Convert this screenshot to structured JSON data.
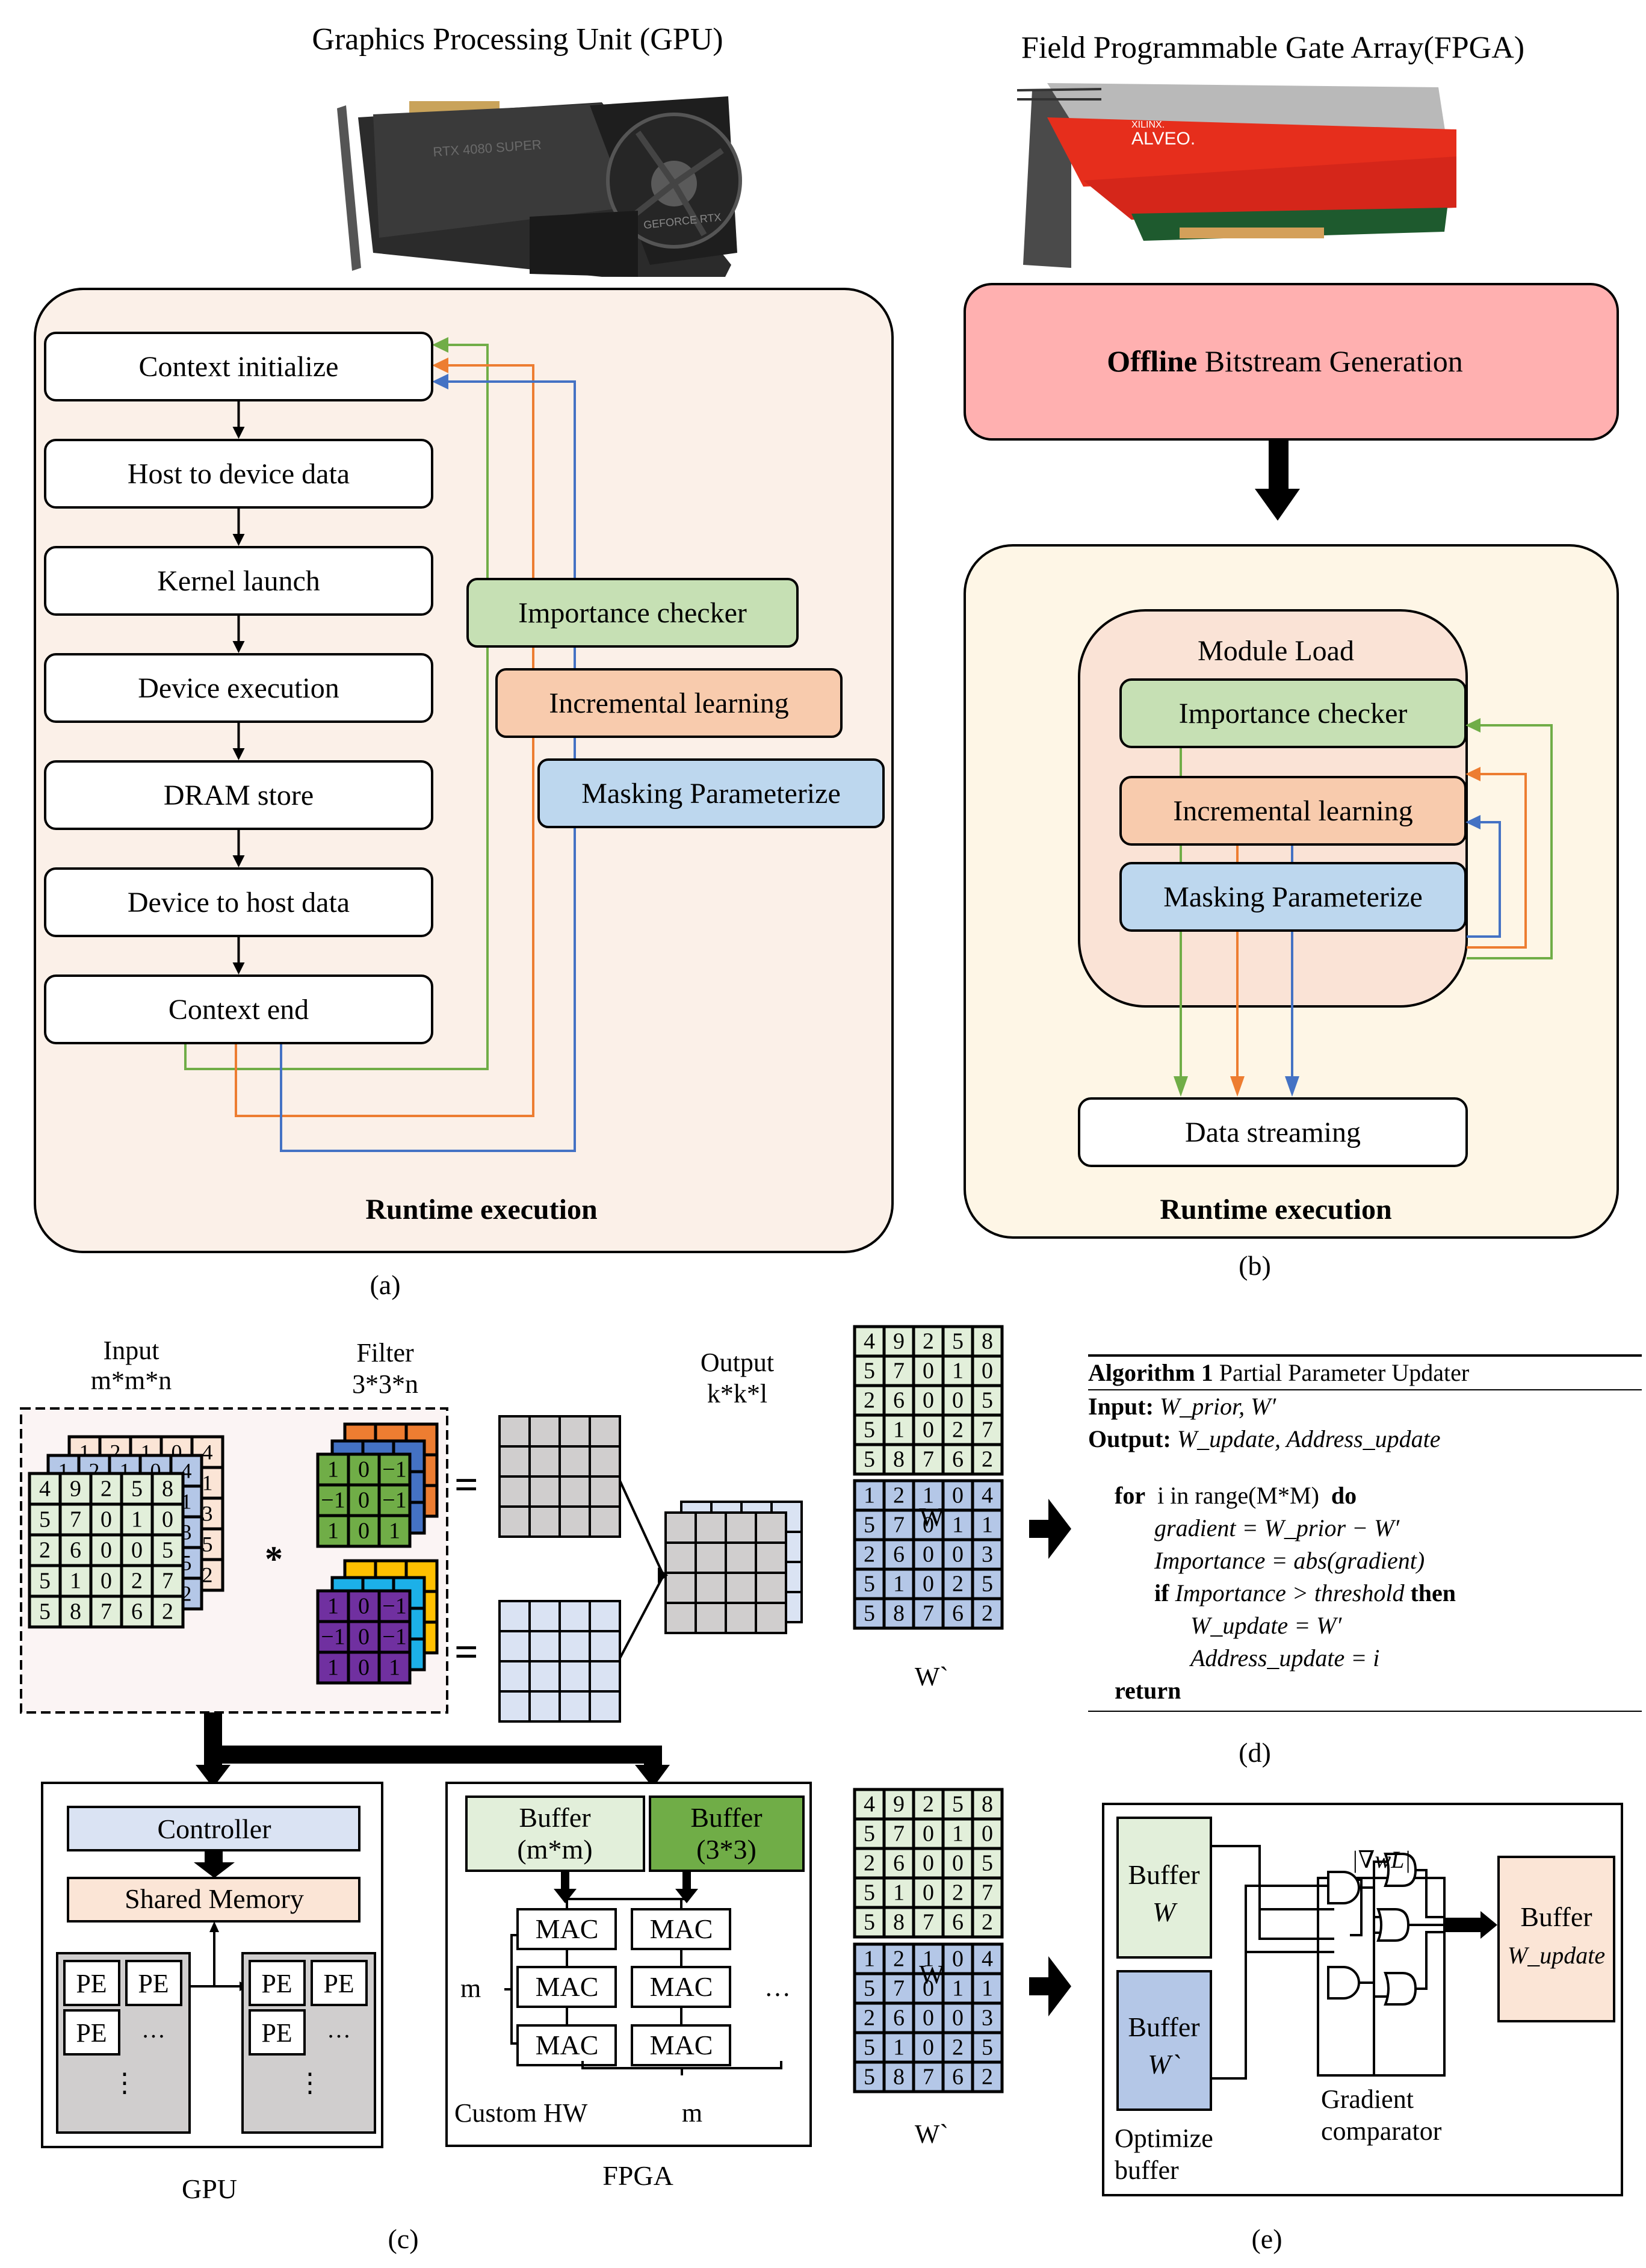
{
  "figure": {
    "captions": {
      "a": "(a)",
      "b": "(b)",
      "c": "(c)",
      "d": "(d)",
      "e": "(e)"
    }
  },
  "panel_a": {
    "title": "Graphics Processing Unit (GPU)",
    "image_label": "RTX 4080 SUPER",
    "image_label2": "GEFORCE RTX",
    "steps": [
      "Context initialize",
      "Host to device data",
      "Kernel launch",
      "Device execution",
      "DRAM store",
      "Device to host data",
      "Context end"
    ],
    "modules": [
      {
        "label": "Importance checker",
        "fill": "#c6e0b4",
        "line": "#70ad47"
      },
      {
        "label": "Incremental  learning",
        "fill": "#f8cbad",
        "line": "#ed7d31"
      },
      {
        "label": "Masking Parameterize",
        "fill": "#bdd7ee",
        "line": "#4472c4"
      }
    ],
    "footer": "Runtime execution",
    "bg": "#fbf0e8"
  },
  "panel_b": {
    "title": "Field Programmable Gate Array(FPGA)",
    "image_label": "ALVEO.",
    "image_brand": "XILINX.",
    "offline_bold": "Offline",
    "offline_rest": " Bitstream Generation",
    "module_load": "Module Load",
    "modules": [
      {
        "label": "Importance checker",
        "fill": "#c6e0b4",
        "line": "#70ad47"
      },
      {
        "label": "Incremental  learning",
        "fill": "#f8cbad",
        "line": "#ed7d31"
      },
      {
        "label": "Masking Parameterize",
        "fill": "#bdd7ee",
        "line": "#4472c4"
      }
    ],
    "data_streaming": "Data streaming",
    "footer": "Runtime execution",
    "offline_fill": "#ffb0b0",
    "runtime_fill": "#fef6e6",
    "module_fill": "#fae3d6"
  },
  "panel_c": {
    "input_label": [
      "Input",
      "m*m*n"
    ],
    "filter_label": [
      "Filter",
      "3*3*n"
    ],
    "output_label": [
      "Output",
      "k*k*l"
    ],
    "conv_symbol": "*",
    "equals": "=",
    "input_front": [
      [
        4,
        9,
        2,
        5,
        8
      ],
      [
        5,
        7,
        0,
        1,
        0
      ],
      [
        2,
        6,
        0,
        0,
        5
      ],
      [
        5,
        1,
        0,
        2,
        7
      ],
      [
        5,
        8,
        7,
        6,
        2
      ]
    ],
    "input_back_visible_col": [
      "4",
      "1",
      "3",
      "5",
      "2"
    ],
    "input_back_visible_row": [
      "1",
      "2",
      "1",
      "0",
      "4"
    ],
    "filter_values": [
      [
        "1",
        "0",
        "−1"
      ],
      [
        "−1",
        "0",
        "−1"
      ],
      [
        "1",
        "0",
        "1"
      ]
    ],
    "filter1_colors": [
      "#70ad47",
      "#4472c4",
      "#ed7d31"
    ],
    "filter2_colors": [
      "#7030a0",
      "#1cb0e8",
      "#ffc000"
    ],
    "gpu": {
      "controller": "Controller",
      "shared_memory": "Shared Memory",
      "pe": "PE",
      "ellipsis": "…",
      "vellipsis": "⋮",
      "label": "GPU"
    },
    "fpga": {
      "buffer1": [
        "Buffer",
        "(m*m)"
      ],
      "buffer2": [
        "Buffer",
        "(3*3)"
      ],
      "mac": "MAC",
      "m": "m",
      "ellipsis": "…",
      "custom_hw": "Custom HW",
      "label": "FPGA"
    }
  },
  "matrices": {
    "W": [
      [
        4,
        9,
        2,
        5,
        8
      ],
      [
        5,
        7,
        0,
        1,
        0
      ],
      [
        2,
        6,
        0,
        0,
        5
      ],
      [
        5,
        1,
        0,
        2,
        7
      ],
      [
        5,
        8,
        7,
        6,
        2
      ]
    ],
    "W_prime": [
      [
        1,
        2,
        1,
        0,
        4
      ],
      [
        5,
        7,
        0,
        1,
        1
      ],
      [
        2,
        6,
        0,
        0,
        3
      ],
      [
        5,
        1,
        0,
        2,
        5
      ],
      [
        5,
        8,
        7,
        6,
        2
      ]
    ],
    "W_label": "W",
    "W_prime_label": "W`",
    "W_fill": "#e2efda",
    "W_prime_fill": "#b4c7e7"
  },
  "panel_d": {
    "algo_title_bold": "Algorithm 1",
    "algo_title": " Partial Parameter Updater",
    "input_kw": "Input:",
    "input_val": "W_prior, W′",
    "output_kw": "Output:",
    "output_val": "W_update, Address_update",
    "for_kw": "for",
    "for_expr": "  i in range(M*M)  ",
    "do_kw": "do",
    "line_gradient": "gradient = W_prior − W′",
    "line_importance": "Importance = abs(gradient)",
    "if_kw": "if",
    "if_expr": " Importance > threshold ",
    "then_kw": "then",
    "line_wupdate": "W_update = W′",
    "line_addr": "Address_update = i",
    "return_kw": "return"
  },
  "panel_e": {
    "buffer_w": [
      "Buffer",
      "W"
    ],
    "buffer_wp": [
      "Buffer",
      "W`"
    ],
    "optimize": [
      "Optimize",
      "buffer"
    ],
    "grad_label": "|∇wL|",
    "comparator": [
      "Gradient",
      "comparator"
    ],
    "buffer_out": [
      "Buffer",
      "W_update"
    ]
  }
}
